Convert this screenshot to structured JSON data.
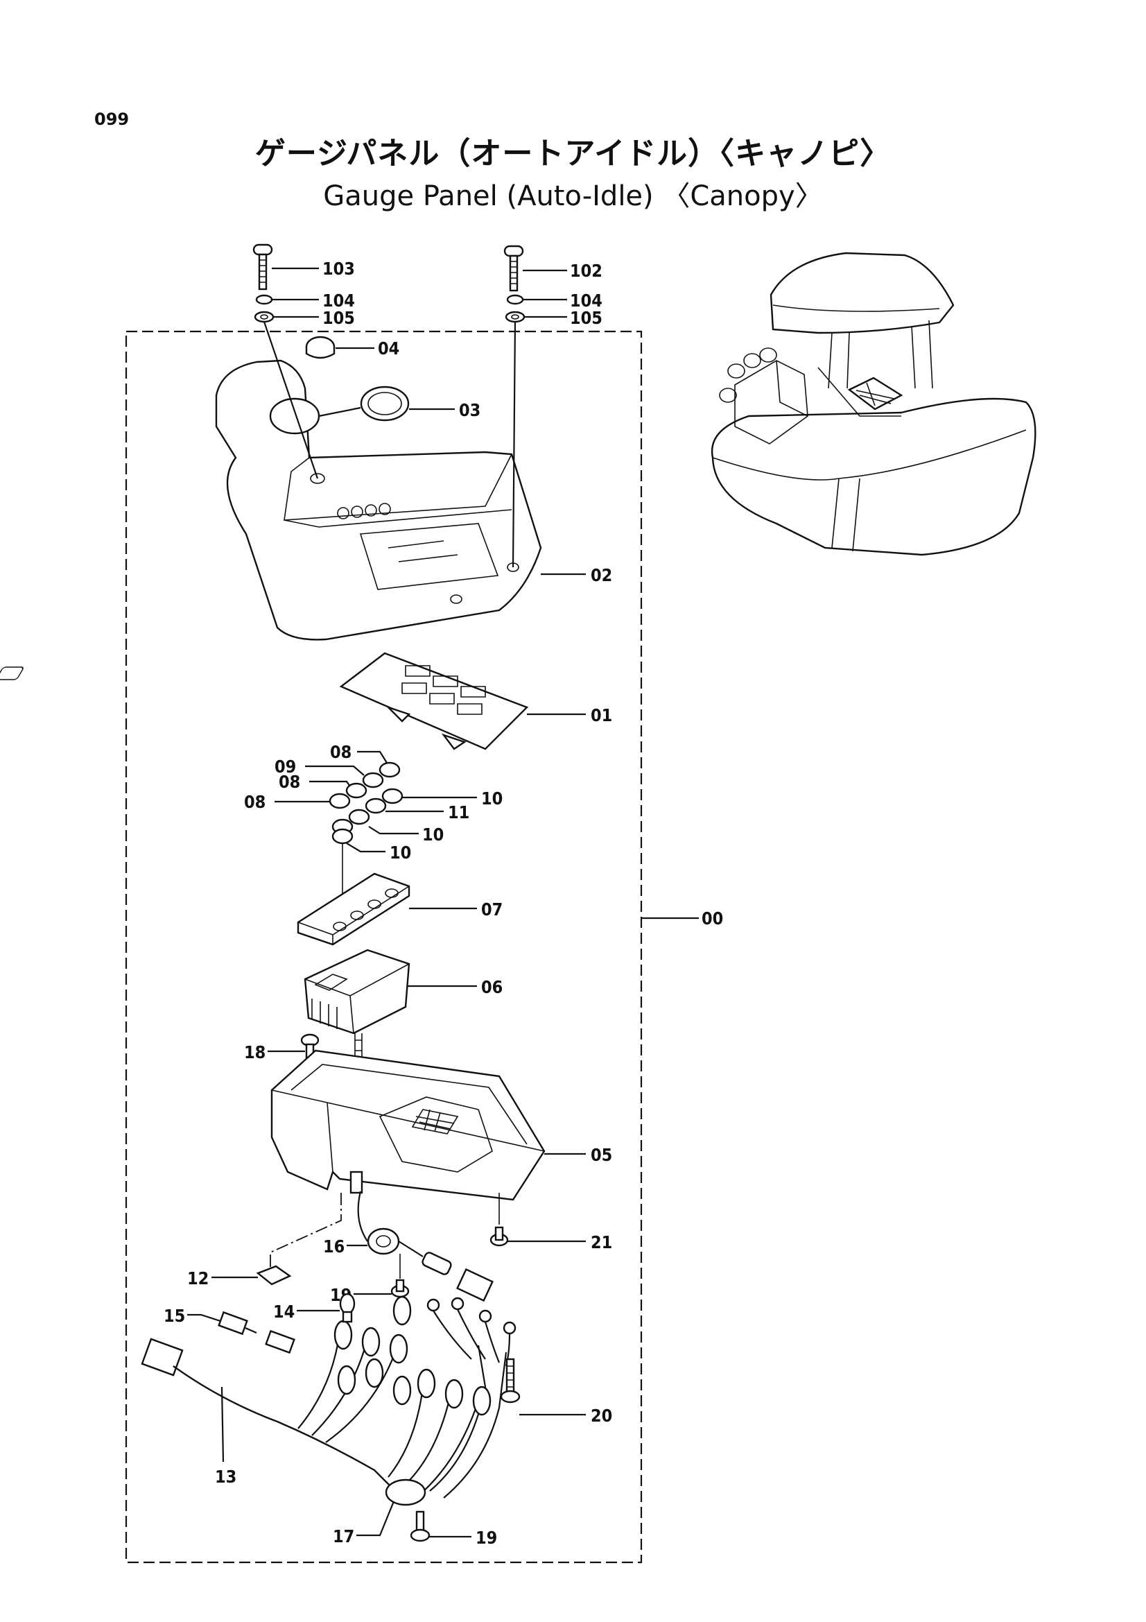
{
  "page_number": "099",
  "title_jp": "ゲージパネル（オートアイドル）〈キャノピ〉",
  "title_en": "Gauge Panel (Auto-Idle) 〈Canopy〉",
  "labels": {
    "l103": "103",
    "l102": "102",
    "l104a": "104",
    "l104b": "104",
    "l105a": "105",
    "l105b": "105",
    "l04": "04",
    "l03": "03",
    "l02": "02",
    "l01": "01",
    "l08a": "08",
    "l09": "09",
    "l08b": "08",
    "l08c": "08",
    "l10a": "10",
    "l11": "11",
    "l10b": "10",
    "l10c": "10",
    "l07": "07",
    "l00": "00",
    "l06": "06",
    "l18": "18",
    "l05": "05",
    "l21": "21",
    "l16": "16",
    "l12": "12",
    "l19a": "19",
    "l15": "15",
    "l14": "14",
    "l20": "20",
    "l13": "13",
    "l17": "17",
    "l19b": "19"
  }
}
